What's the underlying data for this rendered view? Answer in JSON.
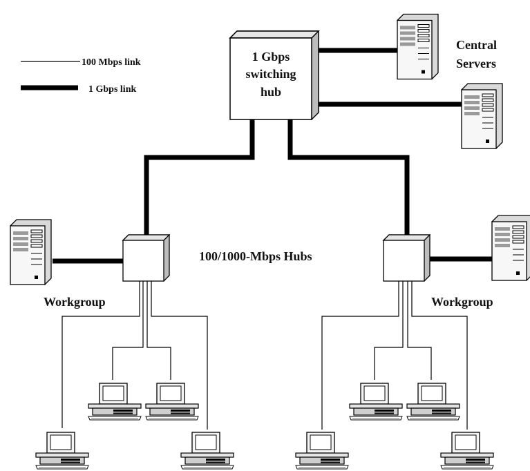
{
  "legend": {
    "thin_label": "100 Mbps link",
    "thick_label": "1 Gbps link"
  },
  "switch": {
    "line1": "1 Gbps",
    "line2": "switching",
    "line3": "hub"
  },
  "servers_label": {
    "line1": "Central",
    "line2": "Servers"
  },
  "hubs_label": "100/1000-Mbps Hubs",
  "workgroups": {
    "left_label": "Workgroup",
    "right_label": "Workgroup"
  },
  "icons": {
    "server": "server-tower-icon",
    "workstation": "workstation-icon",
    "hub": "hub-box-icon"
  },
  "colors": {
    "line": "#000000",
    "box_fill": "#ffffff",
    "box_side": "#bdbdbd",
    "server_fill": "#f7f7f7",
    "server_panel": "#9a9a9a"
  }
}
